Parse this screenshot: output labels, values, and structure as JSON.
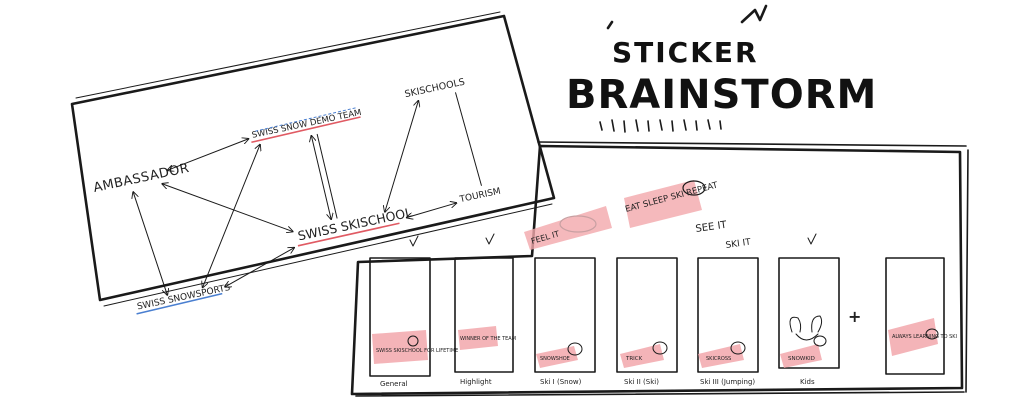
{
  "header": {
    "line1": "STICKER",
    "line2": "BRAINSTORM"
  },
  "mindmap": {
    "nodes": {
      "ambassador": "AMBASSADOR",
      "demo_team": "SWISS SNOW DEMO TEAM",
      "skischools": "SKISCHOOLS",
      "swiss_skischool": "SWISS SKISCHOOL",
      "tourism": "TOURISM",
      "snowsports": "SWISS SNOWSPORTS"
    }
  },
  "board": {
    "notes": {
      "feel_it": "FEEL IT",
      "eat_sleep": "EAT SLEEP SKI REPEAT",
      "see_it": "SEE IT",
      "ski_it": "SKI IT"
    },
    "plus_symbol": "+",
    "cards": [
      {
        "sticker": "SWISS SKISCHOOL FOR LIFETIME",
        "caption": "General"
      },
      {
        "sticker": "WINNER OF THE TEAM",
        "caption": "Highlight"
      },
      {
        "sticker": "SNOWSHOE",
        "caption": "Ski I (Snow)"
      },
      {
        "sticker": "TRICK",
        "caption": "Ski II (Ski)"
      },
      {
        "sticker": "SKICROSS",
        "caption": "Ski III (Jumping)"
      },
      {
        "sticker": "SNOWKID",
        "caption": "Kids"
      },
      {
        "sticker": "ALWAYS LEARNING TO SKI",
        "caption": ""
      }
    ]
  }
}
